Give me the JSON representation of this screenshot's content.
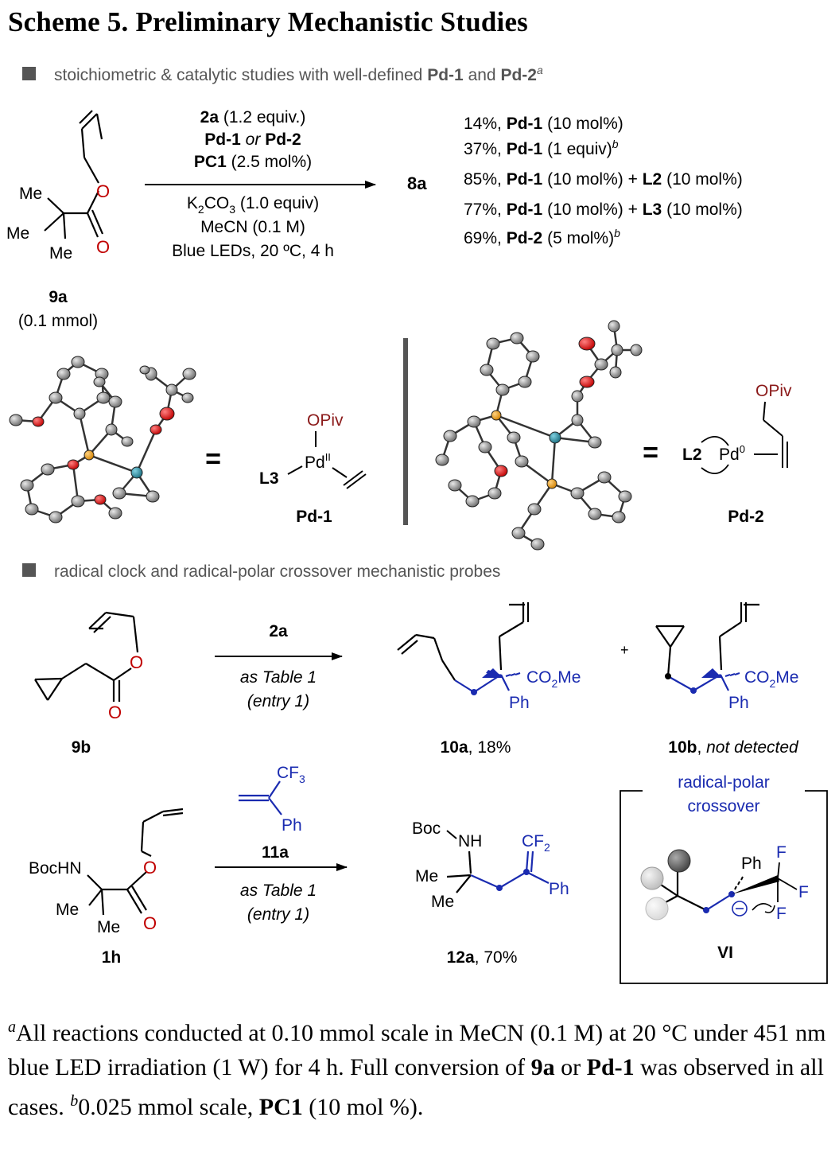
{
  "title": "Scheme 5. Preliminary Mechanistic Studies",
  "section1": {
    "label": "stoichiometric & catalytic studies with well-defined",
    "pd1": "Pd-1",
    "and": "and",
    "pd2": "Pd-2",
    "note": "a"
  },
  "reaction1": {
    "substrate": "9a",
    "scale": "(0.1 mmol)",
    "product": "8a",
    "above": [
      "2a (1.2 equiv.)",
      "Pd-1 or Pd-2",
      "PC1 (2.5 mol%)"
    ],
    "below": [
      "K2CO3 (1.0 equiv)",
      "MeCN (0.1 M)",
      "Blue LEDs, 20 ºC, 4 h"
    ],
    "results": [
      {
        "yield": "14%,",
        "cat": "Pd-1",
        "rest": "(10 mol%)",
        "sup": ""
      },
      {
        "yield": "37%,",
        "cat": "Pd-1",
        "rest": "(1 equiv)",
        "sup": "b"
      },
      {
        "yield": "85%,",
        "cat": "Pd-1",
        "rest": "(10 mol%) +",
        "lig": "L2",
        "rest2": "(10 mol%)",
        "sup": ""
      },
      {
        "yield": "77%,",
        "cat": "Pd-1",
        "rest": "(10 mol%) +",
        "lig": "L3",
        "rest2": "(10 mol%)",
        "sup": ""
      },
      {
        "yield": "69%,",
        "cat": "Pd-2",
        "rest": "(5 mol%)",
        "sup": "b"
      }
    ]
  },
  "complexes": {
    "pd1_label": "Pd-1",
    "pd1_ligand": "L3",
    "pd1_metal": "Pd",
    "pd1_ox": "II",
    "pd1_opiv": "OPiv",
    "pd2_label": "Pd-2",
    "pd2_ligand": "L2",
    "pd2_metal": "Pd",
    "pd2_ox": "0",
    "pd2_opiv": "OPiv",
    "equals": "="
  },
  "section2": {
    "label": "radical clock and radical-polar crossover mechanistic probes"
  },
  "reaction2": {
    "substrate": "9b",
    "reagent": "2a",
    "cond1": "as Table 1",
    "cond2": "(entry 1)",
    "product_a": "10a",
    "yield_a": "18%",
    "product_b": "10b",
    "yield_b": "not detected",
    "plus": "+"
  },
  "reaction3": {
    "substrate": "1h",
    "reagent": "11a",
    "cond1": "as Table 1",
    "cond2": "(entry 1)",
    "product": "12a",
    "yield": "70%",
    "box_title1": "radical-polar",
    "box_title2": "crossover",
    "intermediate": "VI"
  },
  "footnote": {
    "a_text": "All reactions conducted at 0.10 mmol scale in MeCN (0.1 M) at 20 °C under 451 nm blue LED irradiation (1 W) for 4 h. Full conversion of",
    "a_9a": "9a",
    "a_or": "or",
    "a_pd1": "Pd-1",
    "a_end": "was observed in all cases.",
    "b_text": "0.025 mmol scale,",
    "b_pc1": "PC1",
    "b_end": "(10 mol %)."
  },
  "colors": {
    "oxygen_red": "#c00000",
    "blue": "#1a2bb0",
    "gray_square": "#555555",
    "dark_red_opiv": "#8b1a1a"
  }
}
